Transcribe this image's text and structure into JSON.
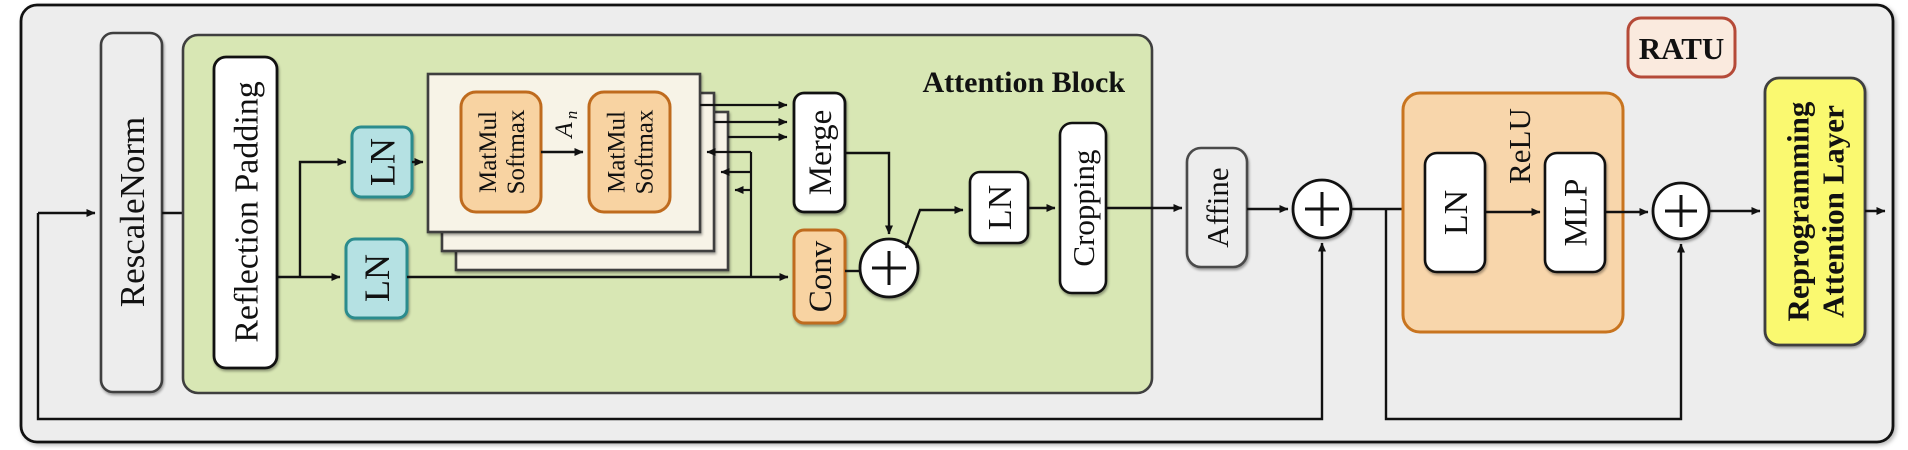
{
  "title": "Attention Block",
  "tag": "RATU",
  "labels": {
    "rescale_norm": "RescaleNorm",
    "reflection_padding": "Reflection Padding",
    "ln_top": "LN",
    "ln_bottom": "LN",
    "matmul_softmax_1": {
      "line1": "MatMul",
      "line2": "Softmax"
    },
    "matmul_softmax_2": {
      "line1": "MatMul",
      "line2": "Softmax"
    },
    "attention_matrix": {
      "base": "A",
      "subscript": "n"
    },
    "merge": "Merge",
    "conv": "Conv",
    "ln_post_attention": "LN",
    "cropping": "Cropping",
    "affine": "Affine",
    "ln_ffn": "LN",
    "relu": "ReLU",
    "mlp": "MLP",
    "reprogramming_layer": {
      "line1": "Reprogramming",
      "line2": "Attention Layer"
    }
  },
  "colors": {
    "canvas_fill": "#EDEDED",
    "canvas_border": "#3F3F3F",
    "green_block_fill": "#D8E7B4",
    "panel_fill": "#F7F3E7",
    "cyan_fill": "#B5E1E3",
    "cyan_border": "#2B8C8D",
    "orange_box_fill": "#F8D3A2",
    "orange_box_border": "#BF6B1E",
    "orange_container_fill": "#F8D6AB",
    "orange_container_border": "#C8741F",
    "gray_box_fill": "#EDEDED",
    "yellow_fill": "#FAF970",
    "ratu_fill": "#FAEADE",
    "ratu_border": "#B54A38",
    "white": "#FFFFFF"
  }
}
